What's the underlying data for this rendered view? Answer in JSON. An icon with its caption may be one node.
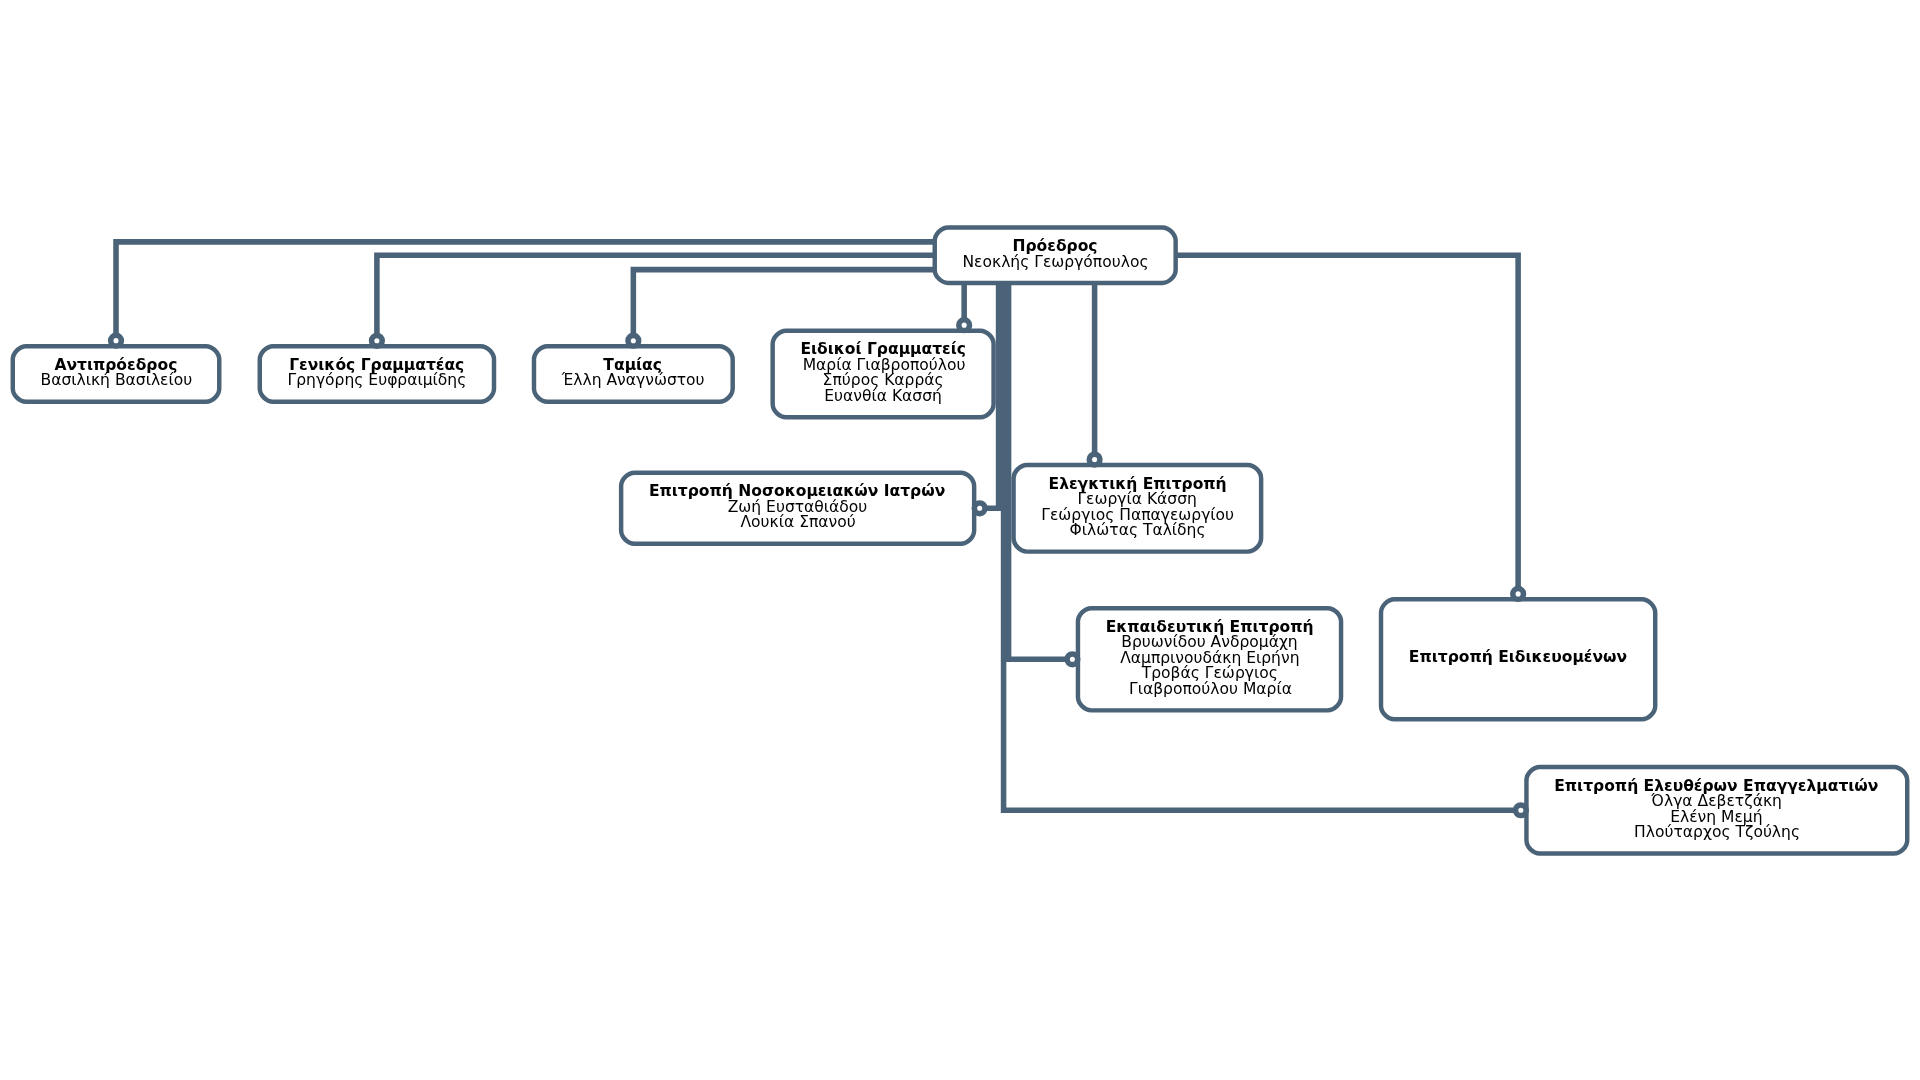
{
  "diagram": {
    "nodes": [
      {
        "text": [
          "Πρόεδρος",
          "Νεοκλής Γεωργόπουλος"
        ]
      },
      {
        "text": [
          "Αντιπρόεδρος",
          "Βασιλική Βασιλείου"
        ]
      },
      {
        "text": [
          "Γενικός Γραμματέας",
          "Γρηγόρης Ευφραιμίδης"
        ]
      },
      {
        "text": [
          "Ταμίας",
          "Έλλη Αναγνώστου"
        ]
      },
      {
        "text": [
          "Ειδικοί Γραμματείς",
          "Μαρία Γιαβροπούλου",
          "Σπύρος Καρράς",
          "Ευανθία Κασσή"
        ]
      },
      {
        "text": [
          "Επιτροπή Νοσοκομειακών Ιατρών",
          "Ζωή Ευσταθιάδου",
          "Λουκία Σπανού"
        ]
      },
      {
        "text": [
          "Ελεγκτική Επιτροπή",
          "Γεωργία Κάσση",
          "Γεώργιος Παπαγεωργίου",
          "Φιλώτας Ταλίδης"
        ]
      },
      {
        "text": [
          "Εκπαιδευτική Επιτροπή",
          "Βρυωνίδου Ανδρομάχη",
          "Λαμπρινουδάκη Ειρήνη",
          "Τροβάς Γεώργιος",
          "Γιαβροπούλου Μαρία"
        ]
      },
      {
        "text": [
          "Επιτροπή Ειδικευομένων"
        ]
      },
      {
        "text": [
          "Επιτροπή Ελευθέρων Επαγγελματιών",
          "Όλγα Δεβετζάκη",
          "Ελένη Μεμή",
          "Πλούταρχος Τζούλης"
        ]
      }
    ],
    "edges": [
      {
        "from": 0,
        "to": 1,
        "arrow": "other"
      },
      {
        "from": 0,
        "to": 2,
        "arrow": "other"
      },
      {
        "from": 0,
        "to": 3,
        "arrow": "other"
      },
      {
        "from": 0,
        "to": 4,
        "arrow": "other"
      },
      {
        "from": 0,
        "to": 5,
        "arrow": "other"
      },
      {
        "from": 0,
        "to": 6,
        "arrow": "other"
      },
      {
        "from": 0,
        "to": 7,
        "arrow": "other"
      },
      {
        "from": 0,
        "to": 8,
        "arrow": "other"
      },
      {
        "from": 0,
        "to": 9,
        "arrow": "other"
      }
    ]
  }
}
